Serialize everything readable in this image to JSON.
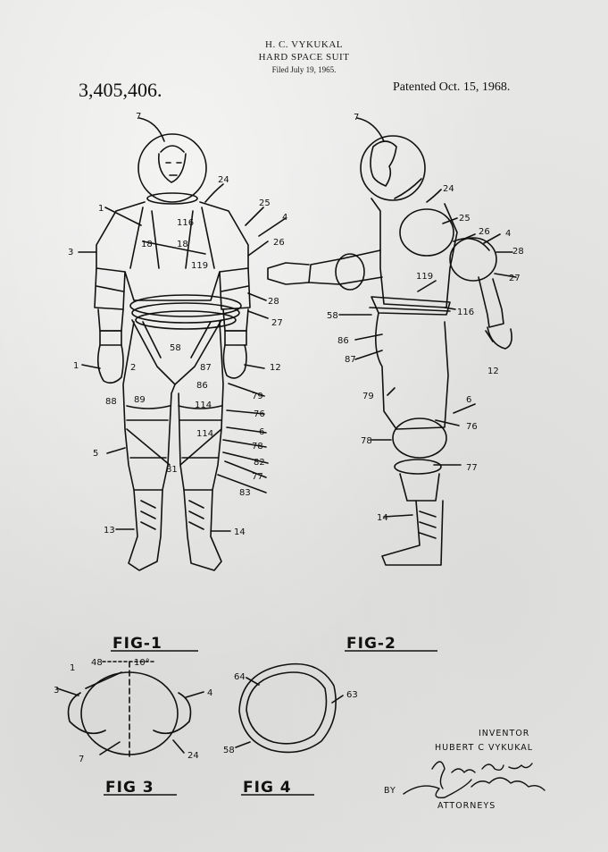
{
  "header": {
    "inventor": "H. C. VYKUKAL",
    "title": "HARD SPACE SUIT",
    "filed": "Filed July 19, 1965."
  },
  "patent_number": "3,405,406.",
  "patent_date": "Patented Oct. 15, 1968.",
  "figures": {
    "fig1": "FIG-1",
    "fig2": "FIG-2",
    "fig3": "FIG 3",
    "fig4": "FIG 4"
  },
  "fig1_labels": [
    "7",
    "24",
    "1",
    "116",
    "25",
    "4",
    "3",
    "18",
    "18",
    "26",
    "119",
    "28",
    "27",
    "58",
    "1",
    "87",
    "12",
    "2",
    "86",
    "88",
    "89",
    "79",
    "114",
    "76",
    "114",
    "6",
    "5",
    "78",
    "81",
    "82",
    "77",
    "83",
    "13",
    "14"
  ],
  "fig2_labels": [
    "7",
    "24",
    "25",
    "26",
    "4",
    "28",
    "119",
    "27",
    "58",
    "116",
    "86",
    "87",
    "12",
    "79",
    "6",
    "76",
    "78",
    "77",
    "14"
  ],
  "fig3_labels": [
    "48",
    "10°",
    "1",
    "3",
    "4",
    "7",
    "24"
  ],
  "fig4_labels": [
    "64",
    "63",
    "58"
  ],
  "signature_block": {
    "inventor_label": "INVENTOR",
    "inventor_name": "HUBERT C VYKUKAL",
    "by_label": "BY",
    "attorneys_label": "ATTORNEYS"
  }
}
